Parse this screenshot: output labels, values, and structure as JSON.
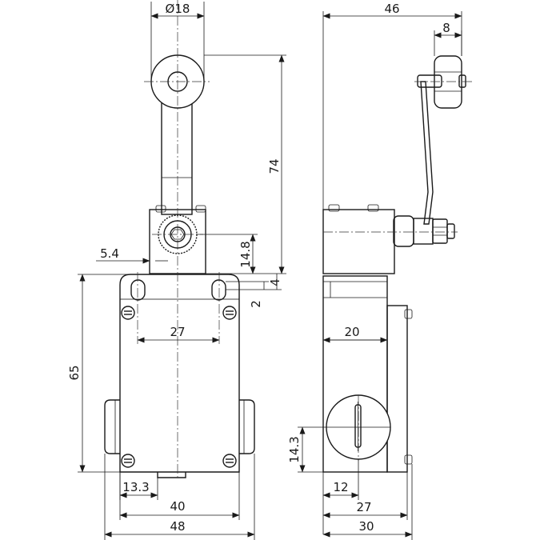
{
  "drawing": {
    "front_view": {
      "roller_diameter": "Ø18",
      "lever_height": "74",
      "width_total": "48",
      "width_body": "40",
      "height_body": "65",
      "offset_screw": "5.4",
      "height_pivot": "14.8",
      "height_4": "4",
      "height_2": "2",
      "hole_spacing": "27",
      "conduit_offset": "13.3"
    },
    "side_view": {
      "width_total": "46",
      "roller_width": "8",
      "body_depth": "20",
      "conduit_height": "14.3",
      "offset_12": "12",
      "depth_27": "27",
      "depth_30": "30"
    }
  }
}
